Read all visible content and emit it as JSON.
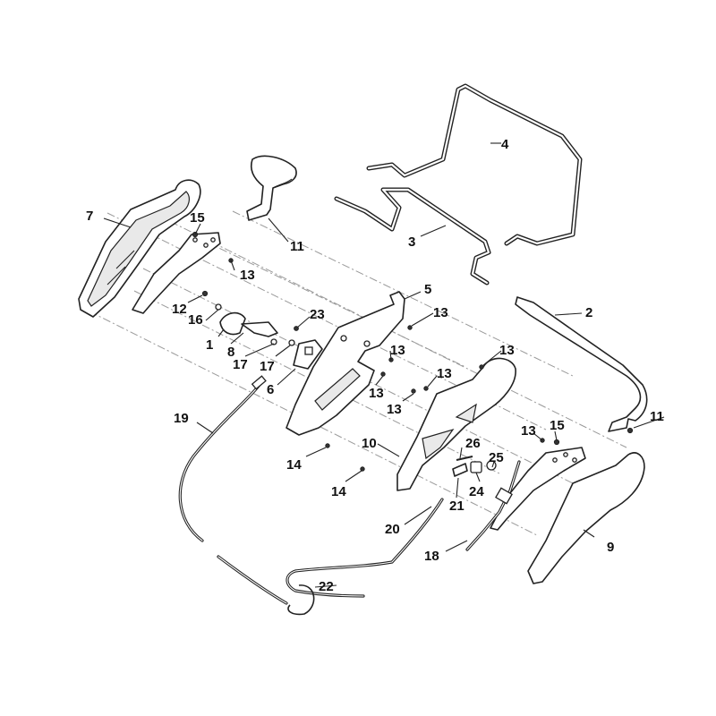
{
  "callouts": [
    {
      "id": "1",
      "text": "1"
    },
    {
      "id": "2",
      "text": "2"
    },
    {
      "id": "3",
      "text": "3"
    },
    {
      "id": "4",
      "text": "4"
    },
    {
      "id": "5",
      "text": "5"
    },
    {
      "id": "6",
      "text": "6"
    },
    {
      "id": "7",
      "text": "7"
    },
    {
      "id": "8",
      "text": "8"
    },
    {
      "id": "9",
      "text": "9"
    },
    {
      "id": "10",
      "text": "10"
    },
    {
      "id": "11a",
      "text": "11"
    },
    {
      "id": "11b",
      "text": "11"
    },
    {
      "id": "12",
      "text": "12"
    },
    {
      "id": "13a",
      "text": "13"
    },
    {
      "id": "13b",
      "text": "13"
    },
    {
      "id": "13c",
      "text": "13"
    },
    {
      "id": "13d",
      "text": "13"
    },
    {
      "id": "13e",
      "text": "13"
    },
    {
      "id": "13f",
      "text": "13"
    },
    {
      "id": "13g",
      "text": "13"
    },
    {
      "id": "13h",
      "text": "13"
    },
    {
      "id": "14a",
      "text": "14"
    },
    {
      "id": "14b",
      "text": "14"
    },
    {
      "id": "15a",
      "text": "15"
    },
    {
      "id": "15b",
      "text": "15"
    },
    {
      "id": "16",
      "text": "16"
    },
    {
      "id": "17a",
      "text": "17"
    },
    {
      "id": "17b",
      "text": "17"
    },
    {
      "id": "18",
      "text": "18"
    },
    {
      "id": "19",
      "text": "19"
    },
    {
      "id": "20",
      "text": "20"
    },
    {
      "id": "21",
      "text": "21"
    },
    {
      "id": "22",
      "text": "22"
    },
    {
      "id": "23",
      "text": "23"
    },
    {
      "id": "24",
      "text": "24"
    },
    {
      "id": "25",
      "text": "25"
    },
    {
      "id": "26",
      "text": "26"
    }
  ]
}
